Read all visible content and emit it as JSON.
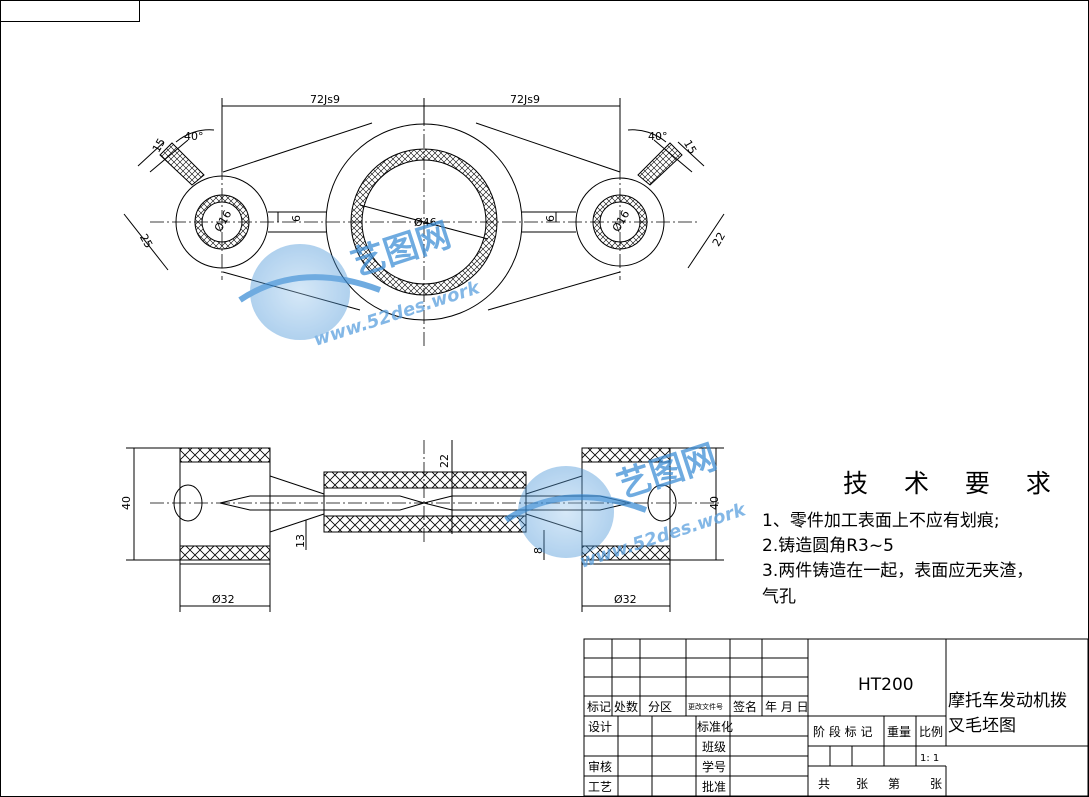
{
  "drawing": {
    "dims": {
      "top_left_span": "72Js9",
      "top_right_span": "72Js9",
      "left_angle": "40°",
      "right_angle": "40°",
      "left_slot_width": "15",
      "right_slot_width": "15",
      "left_diag": "25",
      "right_diag": "22",
      "left_bore": "Ø16",
      "right_bore": "Ø16",
      "center_bore": "Ø46",
      "left_web": "6",
      "right_web": "6",
      "side_height_left": "40",
      "side_height_right": "40",
      "center_height": "22",
      "rib_left": "13",
      "rib_right": "8",
      "bottom_left_dia": "Ø32",
      "bottom_right_dia": "Ø32"
    },
    "watermark": {
      "brand": "艺图网",
      "url": "www.52des.work"
    }
  },
  "requirements": {
    "title": "技 术 要 求",
    "items": [
      "1、零件加工表面上不应有划痕;",
      "2.铸造圆角R3~5",
      "3.两件铸造在一起，表面应无夹渣，",
      "气孔"
    ]
  },
  "title_block": {
    "labels": {
      "mark": "标记",
      "count": "处数",
      "zone": "分区",
      "change_doc": "更改文件号",
      "sign": "签名",
      "date": "年 月 日",
      "design": "设计",
      "standardize": "标准化",
      "review": "审核",
      "process": "工艺",
      "class": "班级",
      "student_no": "学号",
      "approve": "批准",
      "stage_mark": "阶 段 标 记",
      "weight": "重量",
      "scale": "比例",
      "total": "共",
      "sheets": "张",
      "page": "第",
      "sheet2": "张"
    },
    "material": "HT200",
    "scale_value": "1: 1",
    "drawing_name_line1": "摩托车发动机拨",
    "drawing_name_line2": "叉毛坯图"
  }
}
